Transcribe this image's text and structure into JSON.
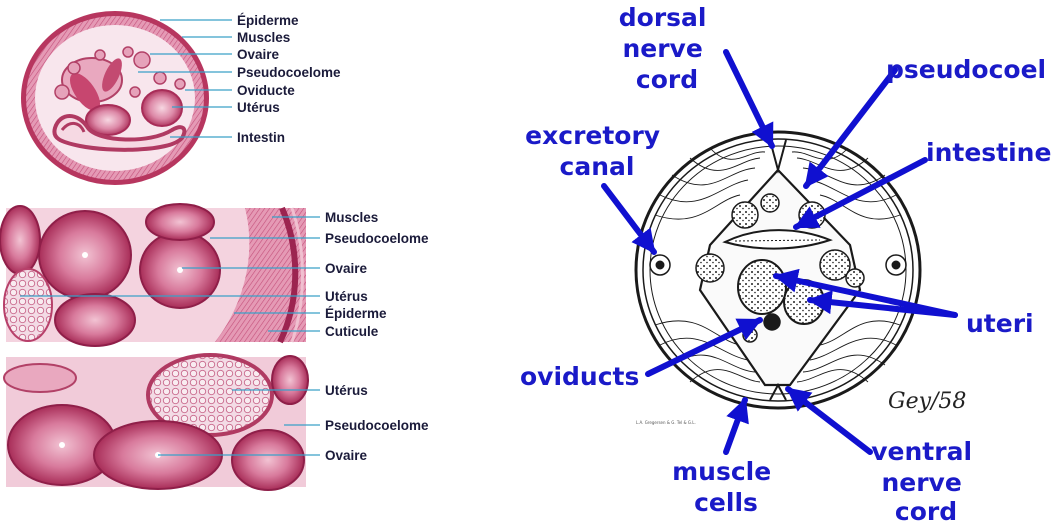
{
  "colors": {
    "tissue_dark": "#b0305a",
    "tissue_mid": "#d4608a",
    "tissue_light": "#f0b4c8",
    "background_pink": "#f6dde6",
    "leader_line_histology": "#3aa0c8",
    "label_text_histology": "#1b1b3a",
    "label_text_drawing": "#1a1ac8",
    "arrow_blue": "#1010d0",
    "ink": "#1a1a1a"
  },
  "panel_whole_section": {
    "labels": {
      "epiderme": "Épiderme",
      "muscles": "Muscles",
      "ovaire": "Ovaire",
      "pseudocoelome": "Pseudocoelome",
      "oviducte": "Oviducte",
      "uterus": "Utérus",
      "intestin": "Intestin"
    }
  },
  "panel_middle": {
    "labels": {
      "muscles": "Muscles",
      "pseudocoelome": "Pseudocoelome",
      "ovaire": "Ovaire",
      "uterus": "Utérus",
      "epiderme": "Épiderme",
      "cuticule": "Cuticule"
    }
  },
  "panel_bottom": {
    "labels": {
      "uterus": "Utérus",
      "pseudocoelome": "Pseudocoelome",
      "ovaire": "Ovaire"
    }
  },
  "drawing": {
    "labels": {
      "dorsal_nerve_cord": [
        "dorsal",
        "nerve",
        "cord"
      ],
      "pseudocoel": "pseudocoel",
      "excretory_canal": [
        "excretory",
        "canal"
      ],
      "intestine": "intestine",
      "uteri": "uteri",
      "oviducts": "oviducts",
      "muscle_cells": [
        "muscle",
        "cells"
      ],
      "ventral_nerve_cord": [
        "ventral",
        "nerve",
        "cord"
      ]
    },
    "signature": "Gey/58",
    "small_caption": "L.A. Gregersen & G. Tel & G.L."
  }
}
